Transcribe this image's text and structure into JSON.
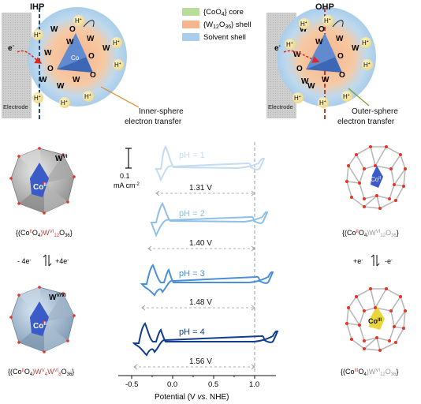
{
  "labels": {
    "ihp": "IHP",
    "ohp": "OHP",
    "electrode": "Electrode",
    "e_minus": "e",
    "e_sup": "-",
    "h_plus": "H",
    "h_sup": "+",
    "w_atom": "W",
    "o_atom": "O",
    "co_atom": "Co",
    "inner_sphere_1": "Inner-sphere",
    "inner_sphere_2": "electron transfer",
    "outer_sphere_1": "Outer-sphere",
    "outer_sphere_2": "electron transfer"
  },
  "legend": [
    {
      "name": "core",
      "text": "{CoO",
      "sub": "4",
      "tail": "} core",
      "color": "#b8dd9b"
    },
    {
      "name": "shell",
      "text": "{W",
      "sub": "12",
      "mid": "O",
      "sub2": "36",
      "tail": "} shell",
      "color": "#f6b58e"
    },
    {
      "name": "solvent",
      "text": "Solvent shell",
      "color": "#a9cdea"
    }
  ],
  "scale_bar": {
    "value": "0.1",
    "unit": "mA cm",
    "unit_sup": "-2"
  },
  "axis": {
    "xlabel_pre": "Potential (V ",
    "xlabel_italic": "vs.",
    "xlabel_post": " NHE)",
    "ticks": [
      "-0.5",
      "0.0",
      "0.5",
      "1.0"
    ]
  },
  "curves": [
    {
      "label": "pH = 1",
      "gap": "1.31 V",
      "color": "#c4dcf2"
    },
    {
      "label": "pH = 2",
      "gap": "1.40 V",
      "color": "#8ebfe8"
    },
    {
      "label": "pH = 3",
      "gap": "1.48 V",
      "color": "#4a8fd8"
    },
    {
      "label": "pH = 4",
      "gap": "1.56 V",
      "color": "#123d8c"
    }
  ],
  "reactions": {
    "left": [
      "- 4e",
      "-",
      "+4e",
      "-"
    ],
    "right": [
      "+e",
      "-",
      "-e",
      "-"
    ]
  },
  "formulas": {
    "left_top": {
      "a": "{(Co",
      "b": "II",
      "c": "O",
      "d": "4",
      "e": ")W",
      "f": "VI",
      "g": "12",
      "h": "O",
      "i": "36",
      "j": "}"
    },
    "left_bottom": {
      "a": "{(Co",
      "b": "II",
      "c": "O",
      "d": "4",
      "e": ")W",
      "f": "V",
      "g": "4",
      "h": "W",
      "i": "VI",
      "j": "8",
      "k": "O",
      "l": "36",
      "m": "}"
    },
    "right_top": {
      "a": "{(Co",
      "b": "II",
      "c": "O",
      "d": "4",
      "e": ")W",
      "f": "VI",
      "g": "12",
      "h": "O",
      "i": "36",
      "j": "}"
    },
    "right_bottom": {
      "a": "{(Co",
      "b": "III",
      "c": "O",
      "d": "4",
      "e": ")W",
      "f": "VI",
      "g": "12",
      "h": "O",
      "i": "36",
      "j": "}"
    }
  },
  "cluster_labels": {
    "wvi": "W",
    "wvi_sup": "VI",
    "wvvi": "W",
    "wvvi_sup": "V/VI",
    "co2": "Co",
    "co2_sup": "II",
    "co3": "Co",
    "co3_sup": "III"
  }
}
